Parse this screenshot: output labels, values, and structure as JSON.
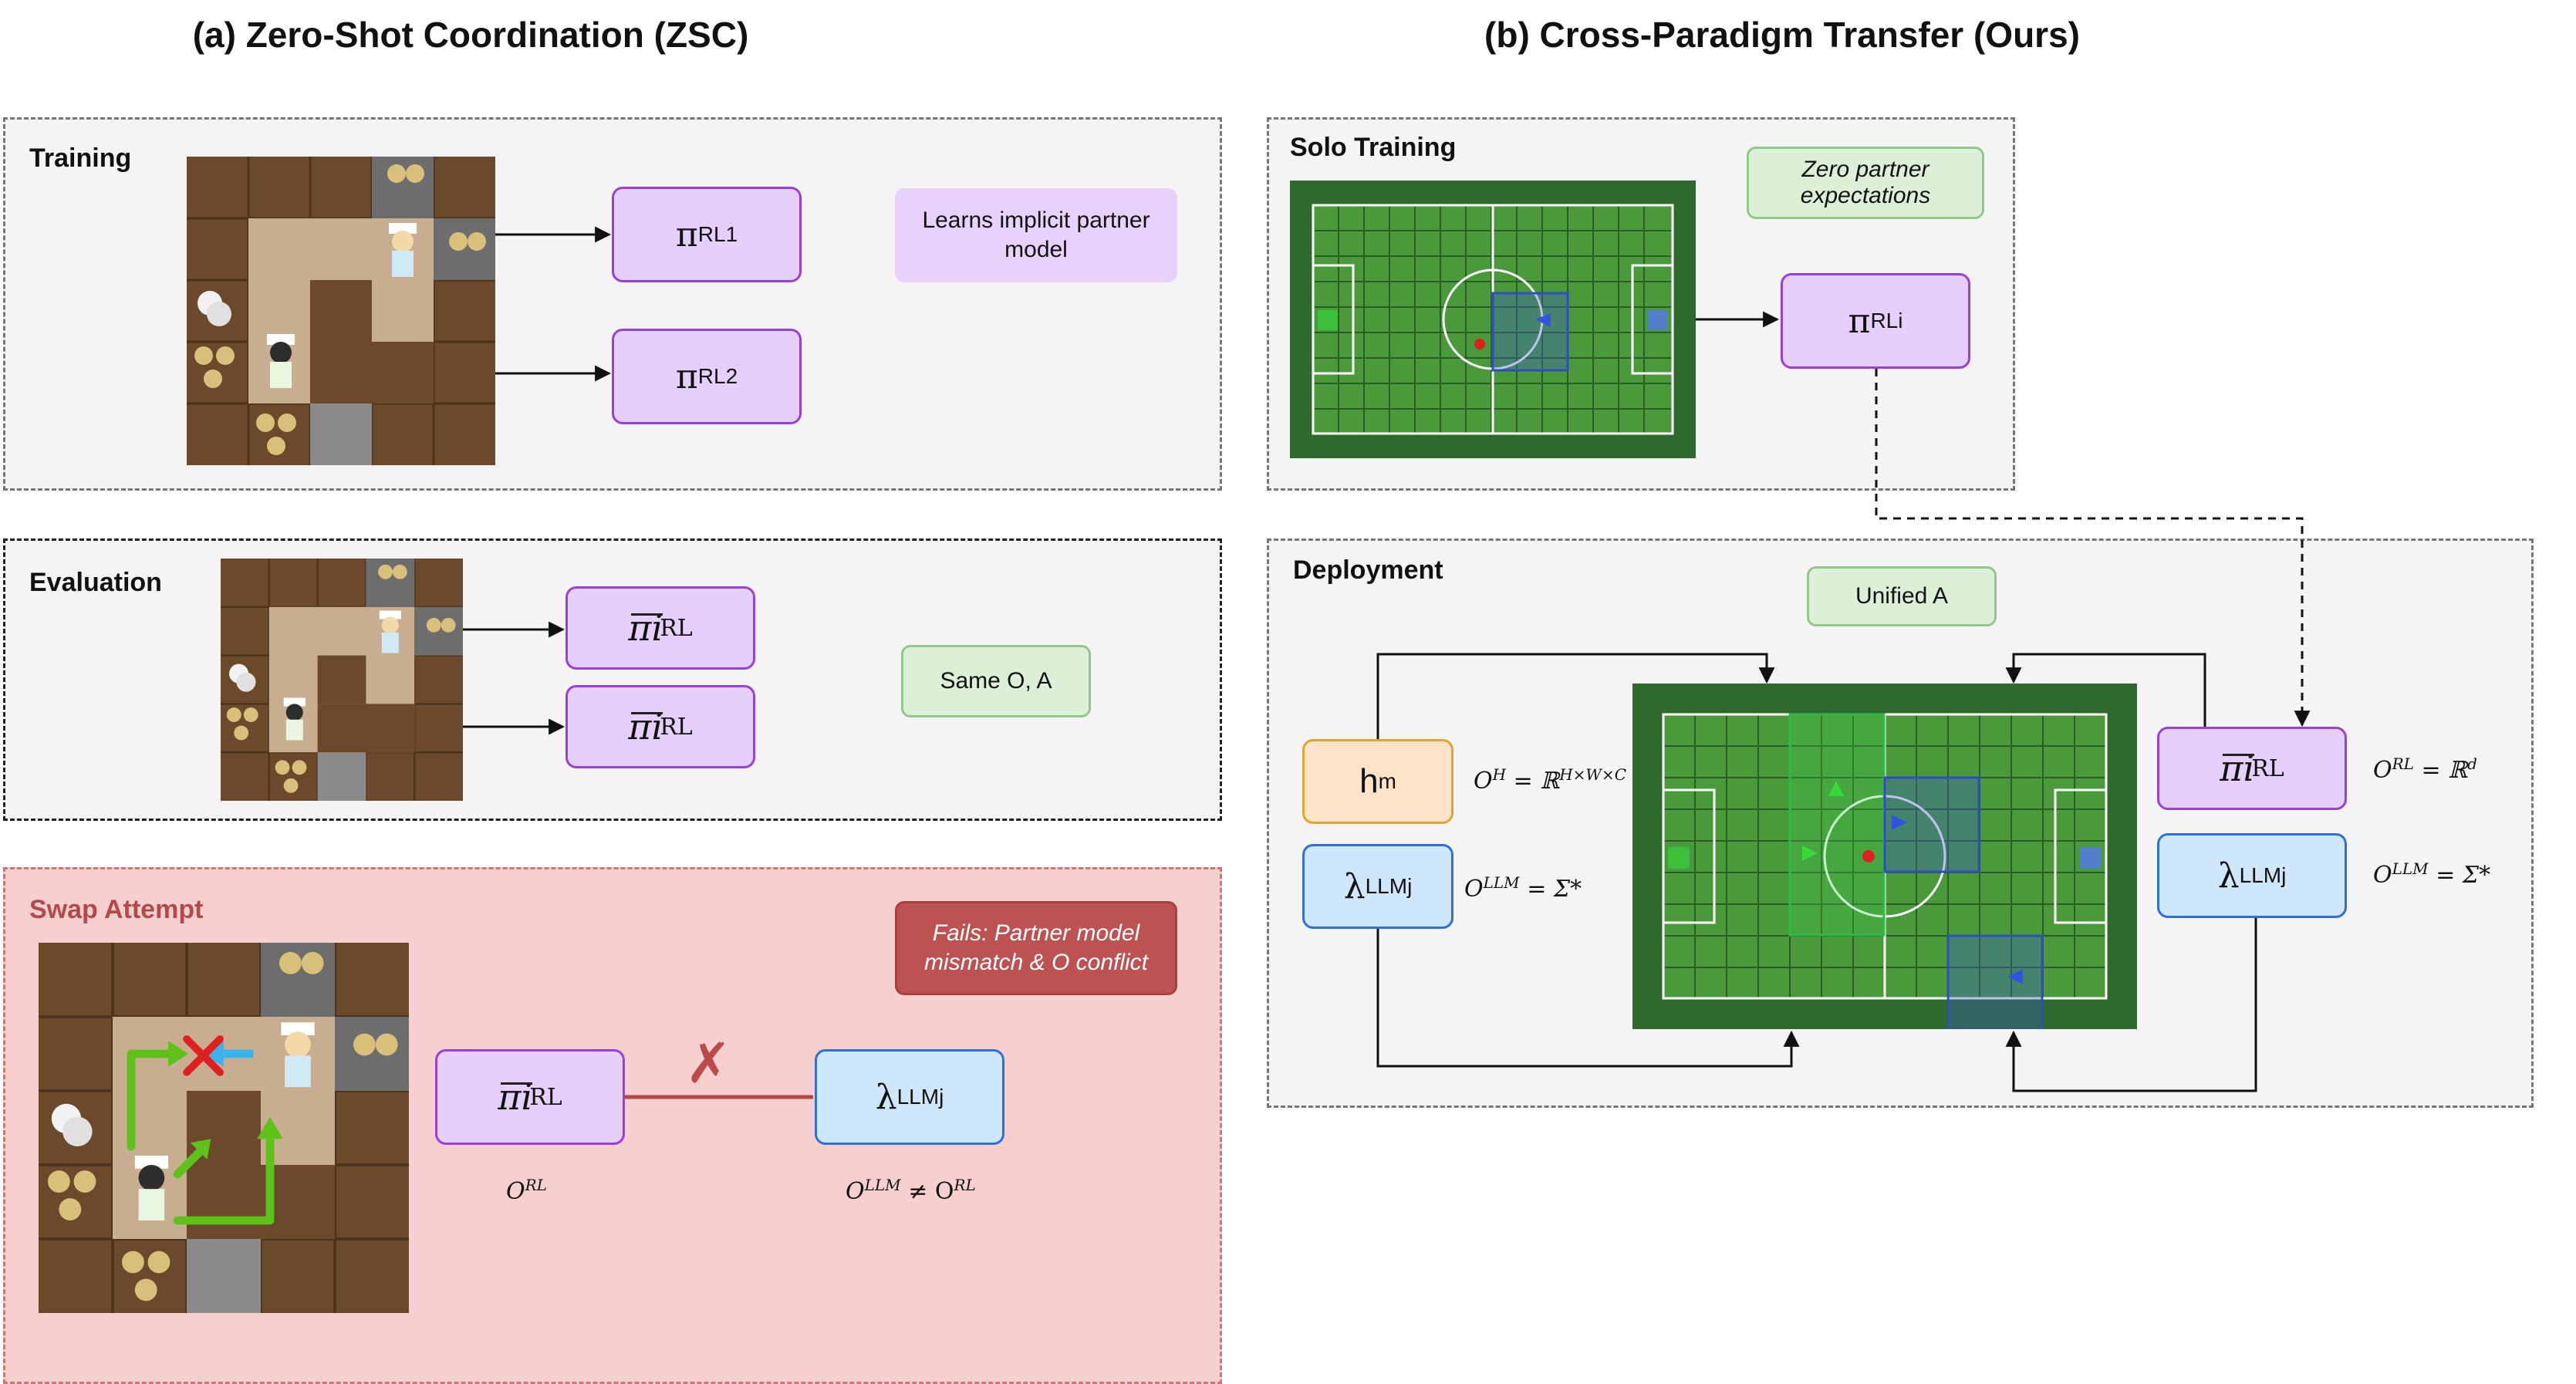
{
  "headings": {
    "left": "(a) Zero-Shot Coordination (ZSC)",
    "right": "(b) Cross-Paradigm Transfer (Ours)"
  },
  "panels": {
    "training": {
      "title": "Training",
      "note": "Learns implicit partner model",
      "policy_1_sym": "π",
      "policy_1_sup": "RL",
      "policy_1_sub": "1",
      "policy_2_sym": "π",
      "policy_2_sup": "RL",
      "policy_2_sub": "2"
    },
    "evaluation": {
      "title": "Evaluation",
      "note": "Same O, A",
      "policy_sym": "π",
      "policy_sup": "RL",
      "policy_sub": "i"
    },
    "swap": {
      "title": "Swap Attempt",
      "note": "Fails: Partner model mismatch & O conflict",
      "rl_label": "O",
      "rl_label_sup": "RL",
      "llm_sym": "λ",
      "llm_sup": "LLM",
      "llm_sub": "j",
      "llm_label": "O",
      "llm_label_sup": "LLM",
      "llm_label_neq": "≠ O",
      "llm_label_neq_sup": "RL",
      "cross": "✗"
    },
    "solo": {
      "title": "Solo Training",
      "note": "Zero partner expectations",
      "policy_sym": "π",
      "policy_sup": "RL",
      "policy_sub": "i"
    },
    "deployment": {
      "title": "Deployment",
      "note": "Unified A",
      "human_sym": "h",
      "human_sub": "m",
      "human_label": "O",
      "human_label_sup": "H",
      "human_label_eq": "= ℝ",
      "human_label_eq_sup": "H×W×C",
      "llm_left_sym": "λ",
      "llm_left_sup": "LLM",
      "llm_left_sub": "j",
      "llm_left_label": "O",
      "llm_left_label_sup": "LLM",
      "llm_left_label_eq": "= Σ*",
      "rl_label": "O",
      "rl_label_sup": "RL",
      "rl_label_eq": "= ℝ",
      "rl_label_eq_sup": "d",
      "llm_right_sym": "λ",
      "llm_right_sup": "LLM",
      "llm_right_sub": "j",
      "llm_right_label": "O",
      "llm_right_label_sup": "LLM",
      "llm_right_label_eq": "= Σ*"
    }
  },
  "colors": {
    "policy_fill": "#e6d0fb",
    "policy_border": "#9b3fd9",
    "llm_fill": "#cfe7fb",
    "llm_border": "#2f6fd6",
    "human_fill": "#fde3c8",
    "human_border": "#e0a431",
    "swap_bg": "#f6cfcf",
    "fail_note": "#bc5352"
  },
  "icons": [
    "overcooked-kitchen",
    "football-field",
    "chef-icon",
    "onion-icon",
    "plate-icon",
    "arrow-icon",
    "cross-icon"
  ]
}
